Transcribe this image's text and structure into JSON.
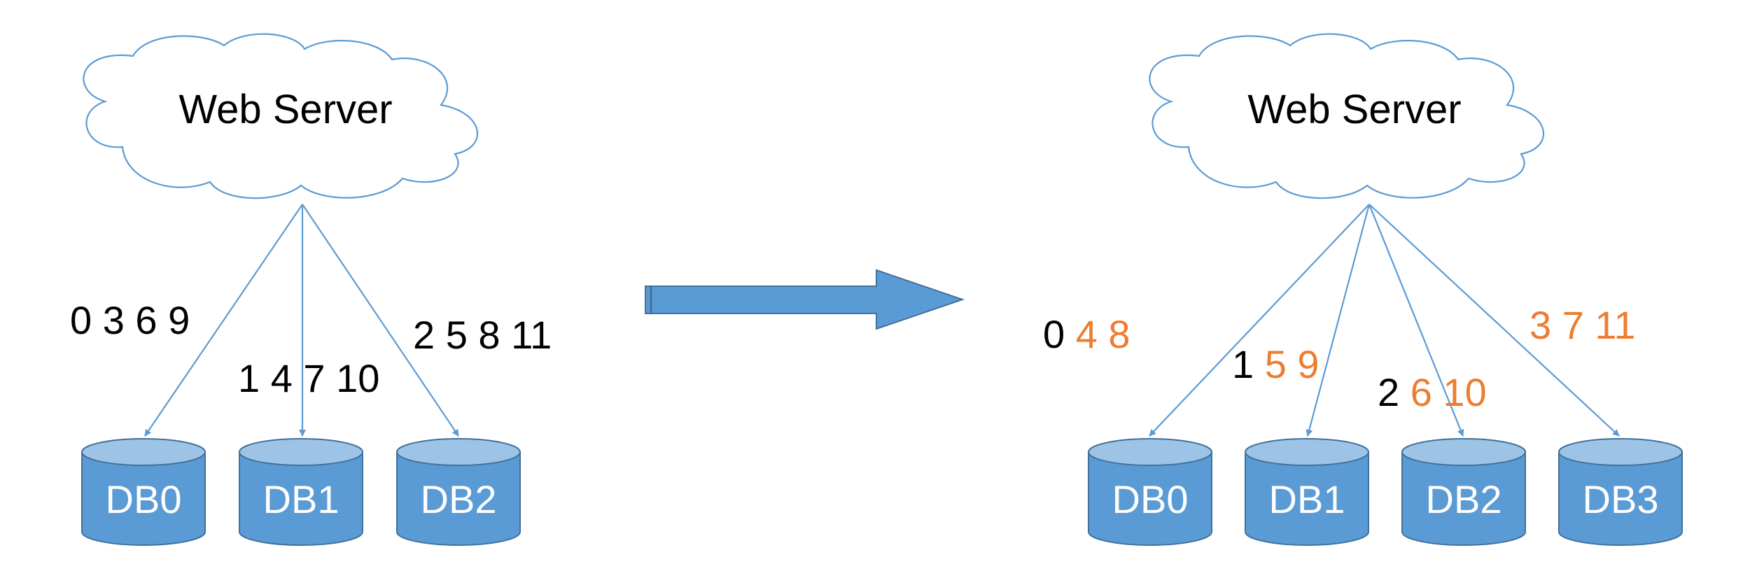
{
  "left_panel": {
    "server_label": "Web Server",
    "groups": [
      {
        "text": "0 3 6 9",
        "highlight": ""
      },
      {
        "text": "1 4 7 10",
        "highlight": ""
      },
      {
        "text": "2 5 8 11",
        "highlight": ""
      }
    ],
    "databases": [
      "DB0",
      "DB1",
      "DB2"
    ]
  },
  "right_panel": {
    "server_label": "Web Server",
    "groups": [
      {
        "text": "0",
        "highlight": "4 8"
      },
      {
        "text": "1",
        "highlight": "5 9"
      },
      {
        "text": "2",
        "highlight": "6 10"
      },
      {
        "text": "",
        "highlight": "3 7 11"
      }
    ],
    "databases": [
      "DB0",
      "DB1",
      "DB2",
      "DB3"
    ]
  },
  "colors": {
    "stroke": "#5b9bd5",
    "db_fill": "#5b9bd5",
    "db_top": "#9dc3e6",
    "highlight": "#ed7d31",
    "text": "#000000"
  }
}
